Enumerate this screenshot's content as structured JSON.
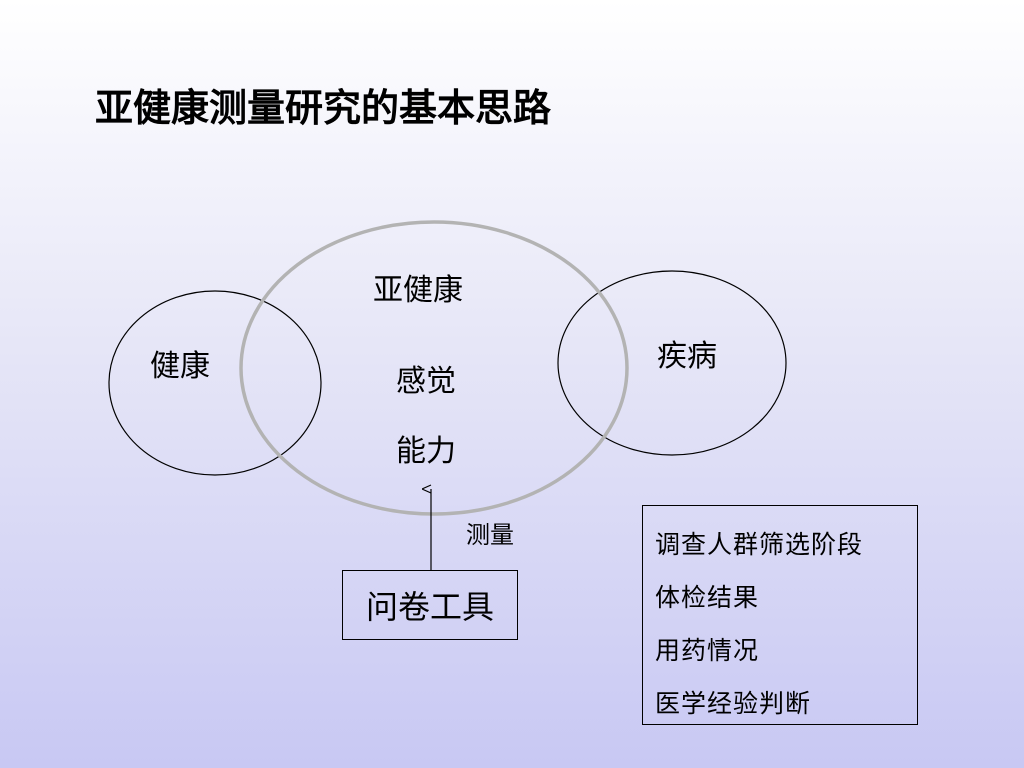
{
  "title": "亚健康测量研究的基本思路",
  "diagram": {
    "health_label": "健康",
    "subhealth_label": "亚健康",
    "perception_label": "感觉",
    "ability_label": "能力",
    "disease_label": "疾病",
    "measure_label": "测量",
    "tool_label": "问卷工具",
    "methods": [
      "调查人群筛选阶段",
      "体检结果",
      "用药情况",
      "医学经验判断"
    ]
  },
  "colors": {
    "center_ring": "#b3b3b3",
    "side_rings": "#000000"
  }
}
